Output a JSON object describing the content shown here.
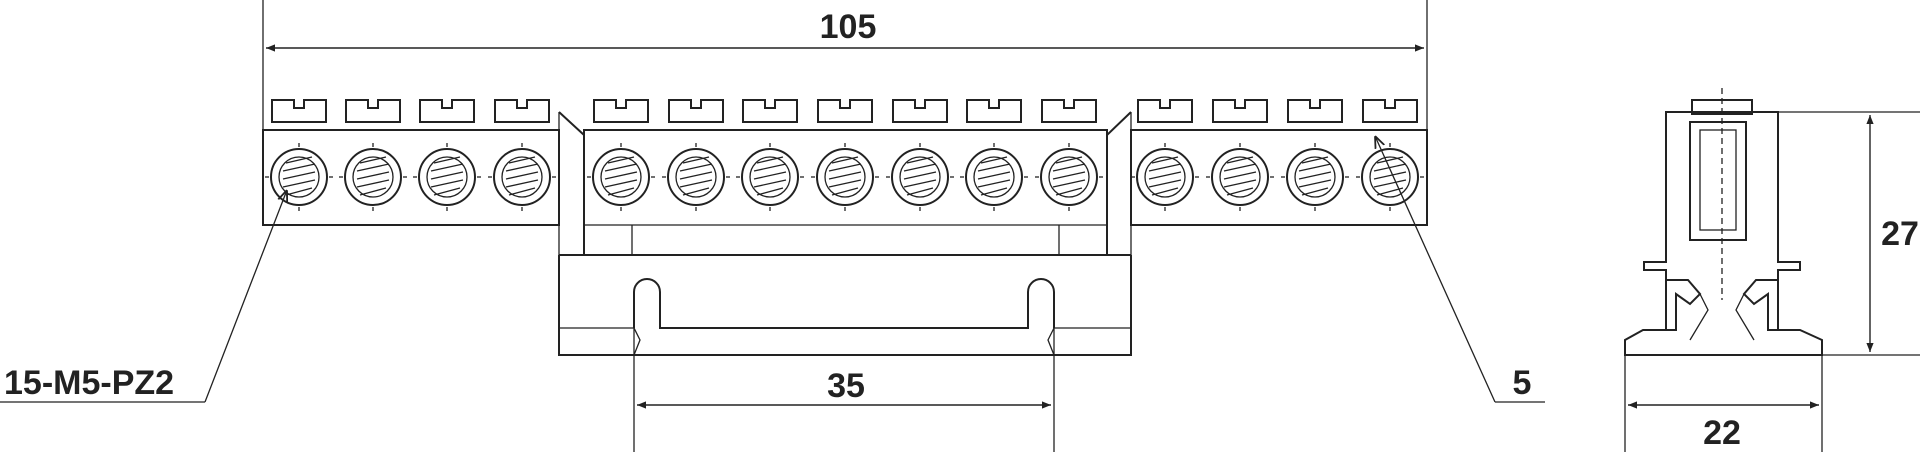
{
  "dimensions": {
    "overall_length": "105",
    "rail_width": "35",
    "hole_size": "5",
    "height": "27",
    "depth": "22"
  },
  "callouts": {
    "terminal_spec": "15-M5-PZ2"
  },
  "terminals": {
    "count": 15
  },
  "colors": {
    "line": "#222222",
    "background": "#ffffff"
  }
}
